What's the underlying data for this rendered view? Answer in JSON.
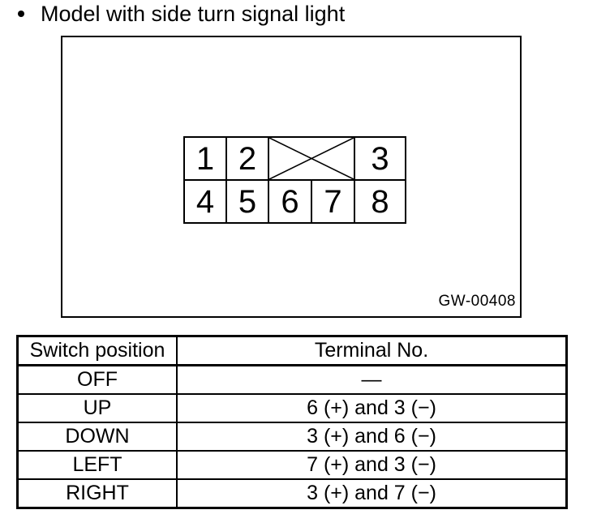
{
  "page": {
    "title": "Model with side turn signal light"
  },
  "figure": {
    "code_label": "GW-00408",
    "connector": {
      "row1_pins": [
        "1",
        "2",
        "3"
      ],
      "row2_pins": [
        "4",
        "5",
        "6",
        "7",
        "8"
      ]
    }
  },
  "table": {
    "headers": [
      "Switch position",
      "Terminal No."
    ],
    "rows": [
      {
        "position": "OFF",
        "terminal": "—"
      },
      {
        "position": "UP",
        "terminal": "6 (+) and 3 (−)"
      },
      {
        "position": "DOWN",
        "terminal": "3 (+) and 6 (−)"
      },
      {
        "position": "LEFT",
        "terminal": "7 (+) and 3 (−)"
      },
      {
        "position": "RIGHT",
        "terminal": "3 (+) and 7 (−)"
      }
    ]
  },
  "colors": {
    "ink": "#000000",
    "paper": "#ffffff"
  }
}
